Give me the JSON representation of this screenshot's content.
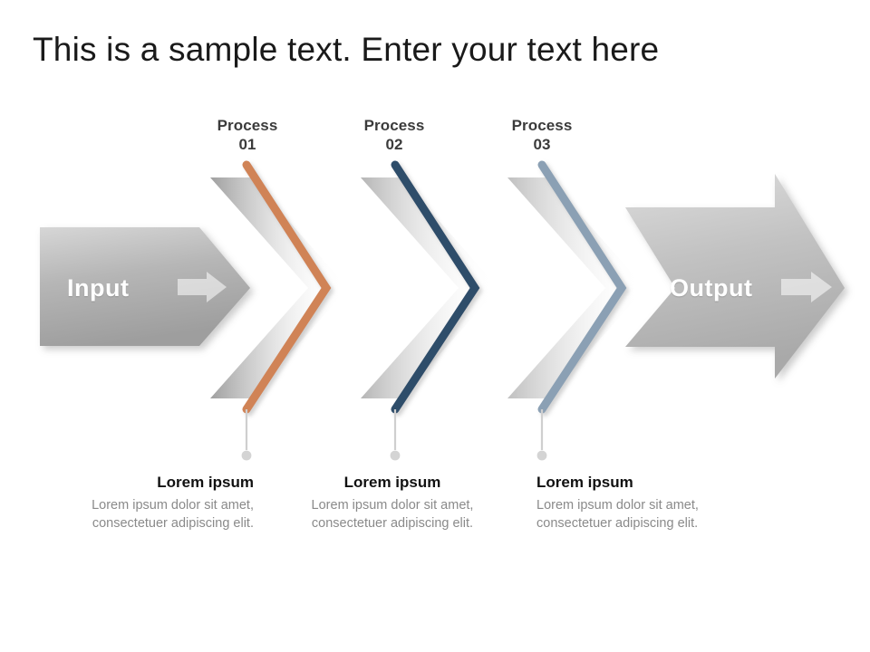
{
  "slide": {
    "title": "This is a sample text. Enter your text here",
    "background_color": "#ffffff"
  },
  "input_shape": {
    "label": "Input",
    "icon": "arrow-right-icon",
    "fill_color": "#b0b0b0"
  },
  "output_shape": {
    "label": "Output",
    "icon": "arrow-right-icon",
    "fill_color": "#bdbdbd"
  },
  "steps": [
    {
      "header_label": "Process",
      "header_number": "01",
      "chevron_color": "#d08356",
      "caption_title": "Lorem ipsum",
      "caption_body": "Lorem ipsum dolor sit amet, consectetuer adipiscing elit.",
      "align": "right"
    },
    {
      "header_label": "Process",
      "header_number": "02",
      "chevron_color": "#2f4d6b",
      "caption_title": "Lorem ipsum",
      "caption_body": "Lorem ipsum dolor sit amet, consectetuer adipiscing elit.",
      "align": "center"
    },
    {
      "header_label": "Process",
      "header_number": "03",
      "chevron_color": "#8ba0b4",
      "caption_title": "Lorem ipsum",
      "caption_body": "Lorem ipsum dolor sit amet, consectetuer adipiscing elit.",
      "align": "left"
    }
  ],
  "connectors": {
    "line_color": "#cfcfcf",
    "dot_color": "#d0d0d0"
  }
}
